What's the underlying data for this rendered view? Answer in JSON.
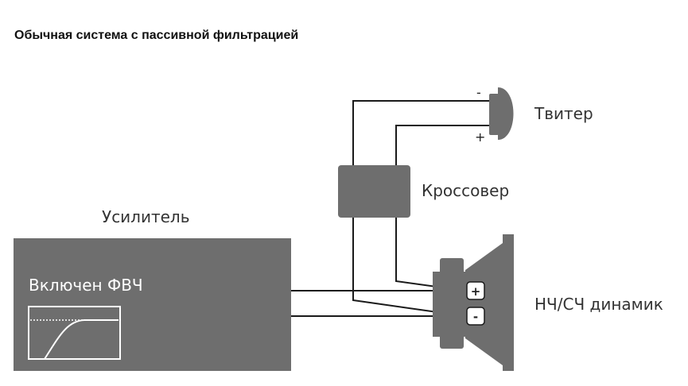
{
  "title": "Обычная система с пассивной фильтрацией",
  "amplifier": {
    "label": "Усилитель",
    "inner_label": "Включен ФВЧ"
  },
  "crossover": {
    "label": "Кроссовер"
  },
  "tweeter": {
    "label": "Твитер",
    "minus": "-",
    "plus": "+"
  },
  "woofer": {
    "label": "НЧ/СЧ динамик",
    "plus": "+",
    "minus": "-"
  },
  "colors": {
    "box": "#6e6e6e",
    "wire": "#1a1a1a",
    "text": "#333333"
  }
}
